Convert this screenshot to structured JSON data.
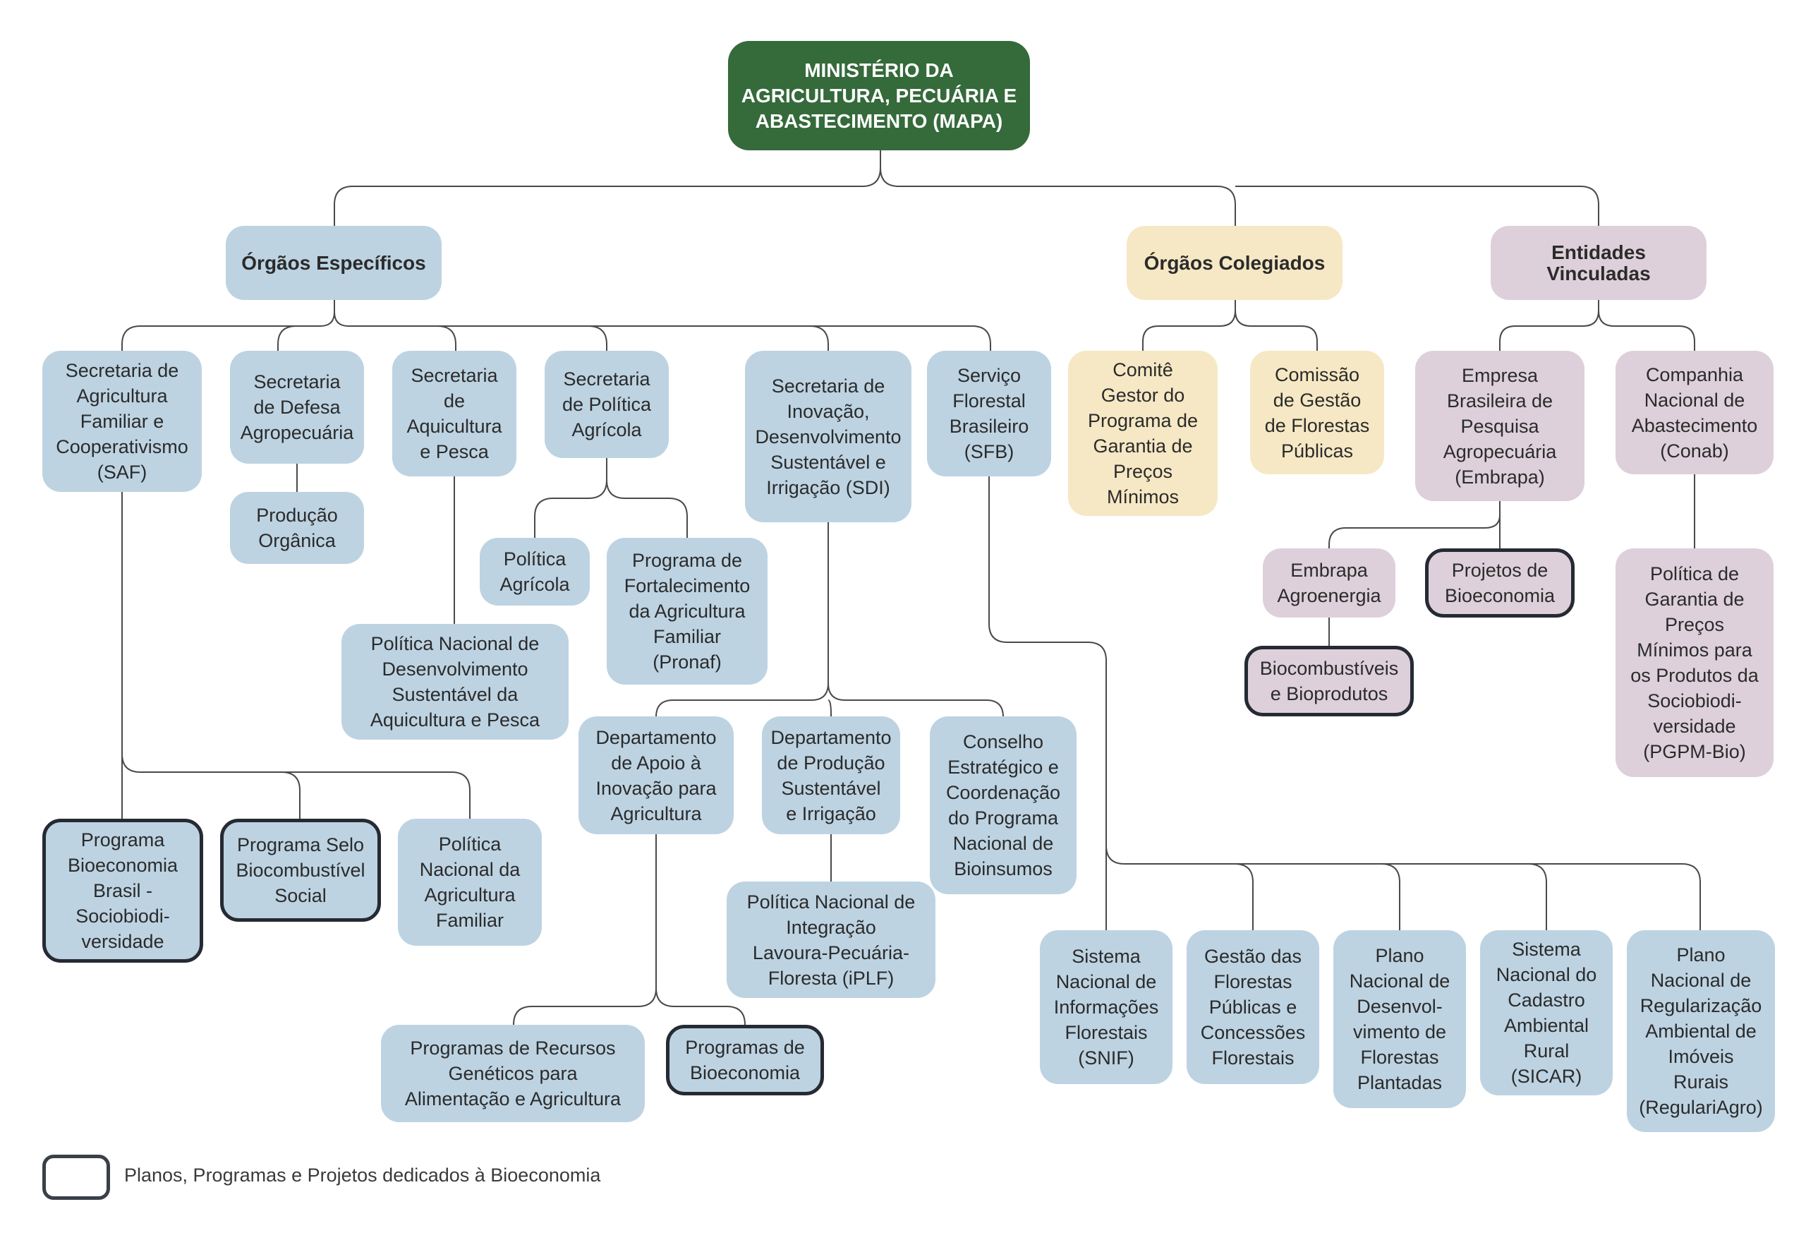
{
  "root": {
    "label": "MINISTÉRIO DA\nAGRICULTURA, PECUÁRIA E\nABASTECIMENTO (MAPA)"
  },
  "categories": {
    "especificos": "Órgãos Específicos",
    "colegiados": "Órgãos Colegiados",
    "vinculadas": "Entidades\nVinculadas"
  },
  "nodes": {
    "saf": "Secretaria de\nAgricultura\nFamiliar e\nCooperativismo\n(SAF)",
    "sda": "Secretaria\nde Defesa\nAgropecuária",
    "prod_organica": "Produção\nOrgânica",
    "sap": "Secretaria\nde\nAquicultura\ne Pesca",
    "spa": "Secretaria\nde Política\nAgrícola",
    "politica_agricola": "Política\nAgrícola",
    "pronaf": "Programa de\nFortalecimento\nda Agricultura\nFamiliar\n(Pronaf)",
    "pndsap": "Política Nacional de\nDesenvolvimento\nSustentável da\nAquicultura e Pesca",
    "sdi": "Secretaria de\nInovação,\nDesenvolvimento\nSustentável e\nIrrigação (SDI)",
    "sfb": "Serviço\nFlorestal\nBrasileiro\n(SFB)",
    "dep_apoio": "Departamento\nde Apoio à\nInovação para\nAgricultura",
    "dep_producao": "Departamento\nde Produção\nSustentável\ne Irrigação",
    "conselho": "Conselho\nEstratégico e\nCoordenação\ndo Programa\nNacional de\nBioinsumos",
    "ilpf": "Política Nacional de\nIntegração\nLavoura-Pecuária-\nFloresta (iPLF)",
    "recursos_geneticos": "Programas de Recursos\nGenéticos para\nAlimentação e Agricultura",
    "prog_bioeconomia": "Programas de\nBioeconomia",
    "bio_brasil": "Programa\nBioeconomia\nBrasil -\nSociobiodi-\nversidade",
    "selo": "Programa Selo\nBiocombustível\nSocial",
    "pnaf": "Política\nNacional da\nAgricultura\nFamiliar",
    "comite": "Comitê\nGestor do\nPrograma de\nGarantia de\nPreços\nMínimos",
    "comissao": "Comissão\nde Gestão\nde Florestas\nPúblicas",
    "embrapa": "Empresa\nBrasileira de\nPesquisa\nAgropecuária\n(Embrapa)",
    "conab": "Companhia\nNacional de\nAbastecimento\n(Conab)",
    "agroenergia": "Embrapa\nAgroenergia",
    "proj_bioeconomia": "Projetos de\nBioeconomia",
    "biocombustiveis": "Biocombustíveis\ne Bioprodutos",
    "pgpm_bio": "Política de\nGarantia de\nPreços\nMínimos para\nos Produtos da\nSociobiodi-\nversidade\n(PGPM-Bio)",
    "snif": "Sistema\nNacional de\nInformações\nFlorestais\n(SNIF)",
    "gestao_florestas": "Gestão das\nFlorestas\nPúblicas e\nConcessões\nFlorestais",
    "plano_florestas": "Plano\nNacional de\nDesenvol-\nvimento de\nFlorestas\nPlantadas",
    "sicar": "Sistema\nNacional do\nCadastro\nAmbiental\nRural\n(SICAR)",
    "regulariagro": "Plano\nNacional de\nRegularização\nAmbiental de\nImóveis\nRurais\n(RegulariAgro)"
  },
  "legend": {
    "label": "Planos, Programas e Projetos dedicados à Bioeconomia"
  },
  "colors": {
    "root": "#356a3b",
    "especificos": "#bdd3e2",
    "colegiados": "#f6e8c4",
    "vinculadas": "#ddd0da",
    "highlight_border": "#252a33",
    "connector": "#4a4a4a"
  }
}
